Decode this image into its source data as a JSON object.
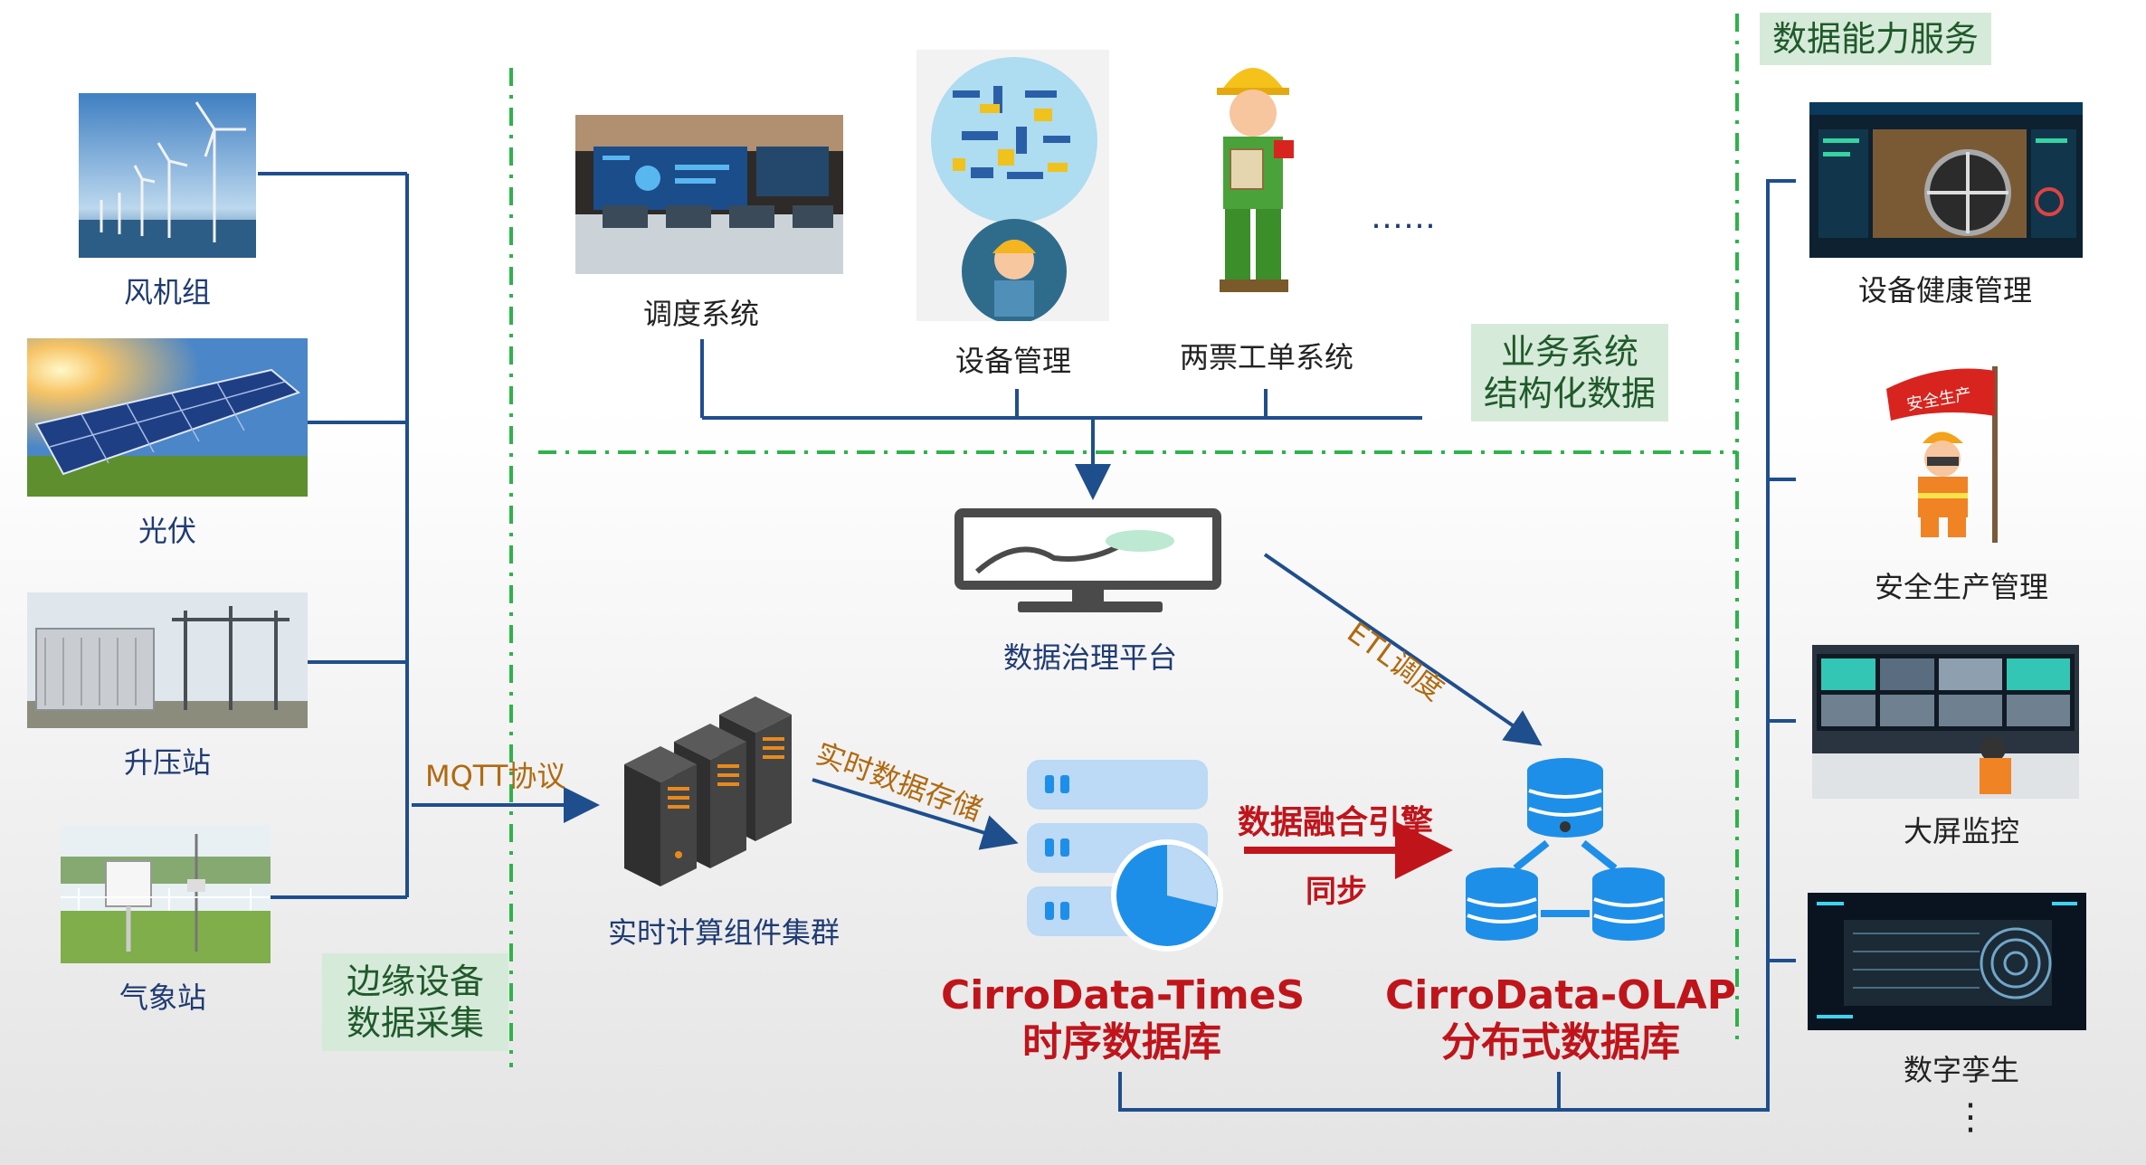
{
  "edge": {
    "devices": [
      {
        "id": "wind",
        "label": "风机组",
        "icon": "wind-turbine"
      },
      {
        "id": "pv",
        "label": "光伏",
        "icon": "solar-panel"
      },
      {
        "id": "substation",
        "label": "升压站",
        "icon": "substation"
      },
      {
        "id": "weather",
        "label": "气象站",
        "icon": "weather-station"
      }
    ],
    "section_label_line1": "边缘设备",
    "section_label_line2": "数据采集",
    "protocol": "MQTT协议"
  },
  "business": {
    "systems": [
      {
        "id": "dispatch",
        "label": "调度系统",
        "icon": "control-room"
      },
      {
        "id": "equipment",
        "label": "设备管理",
        "icon": "tools-gear"
      },
      {
        "id": "tickets",
        "label": "两票工单系统",
        "icon": "worker"
      }
    ],
    "more": "……",
    "section_label_line1": "业务系统",
    "section_label_line2": "结构化数据"
  },
  "core": {
    "governance": "数据治理平台",
    "etl": "ETL调度",
    "cluster": "实时计算组件集群",
    "realtime_store": "实时数据存储",
    "timeseries_name": "CirroData-TimeS",
    "timeseries_desc": "时序数据库",
    "fusion": "数据融合引擎",
    "sync": "同步",
    "olap_name": "CirroData-OLAP",
    "olap_desc": "分布式数据库"
  },
  "services": {
    "title": "数据能力服务",
    "items": [
      {
        "id": "health",
        "label": "设备健康管理",
        "icon": "dashboard-screen"
      },
      {
        "id": "safety",
        "label": "安全生产管理",
        "icon": "safety-flag"
      },
      {
        "id": "screen",
        "label": "大屏监控",
        "icon": "monitor-wall"
      },
      {
        "id": "twin",
        "label": "数字孪生",
        "icon": "engine-twin"
      }
    ],
    "more": "⋮",
    "flag_text": "安全生产"
  },
  "colors": {
    "wire": "#1f4e8c",
    "dash": "#2db34a",
    "label_box": "#d6ead9",
    "accent_red": "#c0141b",
    "accent_orange": "#b06a10",
    "db_blue": "#1e8fe8"
  }
}
